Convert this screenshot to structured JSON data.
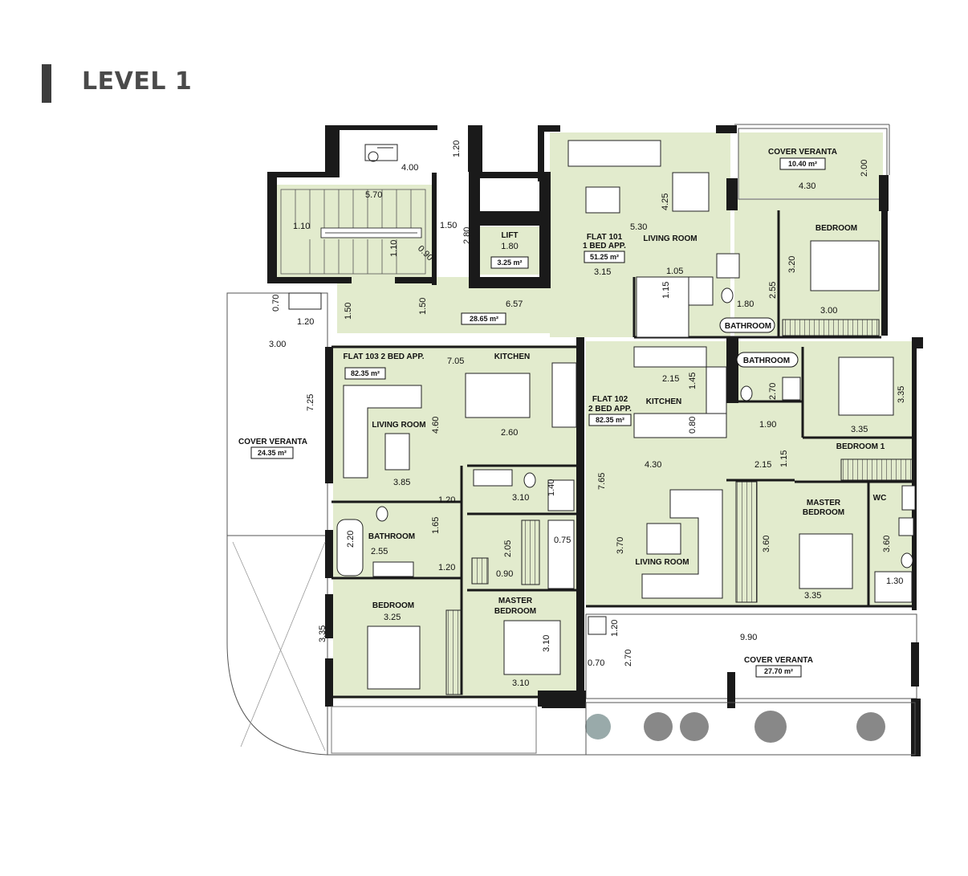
{
  "title": "LEVEL 1",
  "colors": {
    "floor": "#e2ebcd",
    "wall": "#1a1a1a",
    "line": "#555555",
    "title": "#4a4a4a"
  },
  "rooms": {
    "cover_veranta_top": {
      "label": "COVER VERANTA",
      "area": "10.40 m²"
    },
    "lift": {
      "label": "LIFT",
      "size": "1.80",
      "area": "3.25 m²"
    },
    "flat101": {
      "label": "FLAT 101",
      "type": "1 BED APP.",
      "area": "51.25 m²"
    },
    "living_room_101": "LIVING ROOM",
    "bedroom_101": "BEDROOM",
    "bathroom_101": "BATHROOM",
    "corridor": {
      "area": "28.65 m²"
    },
    "flat103": {
      "label": "FLAT 103 2 BED APP.",
      "area": "82.35 m²"
    },
    "kitchen_103": "KITCHEN",
    "living_room_103": "LIVING ROOM",
    "bathroom_103": "BATHROOM",
    "bedroom_103": "BEDROOM",
    "master_bedroom_103": {
      "line1": "MASTER",
      "line2": "BEDROOM"
    },
    "cover_veranta_left": {
      "label": "COVER VERANTA",
      "area": "24.35 m²"
    },
    "flat102": {
      "label": "FLAT 102",
      "type": "2 BED APP.",
      "area": "82.35 m²"
    },
    "kitchen_102": "KITCHEN",
    "bathroom_102": "BATHROOM",
    "bedroom1_102": "BEDROOM 1",
    "master_bedroom_102": {
      "line1": "MASTER",
      "line2": "BEDROOM"
    },
    "wc_102": "WC",
    "living_room_102": "LIVING ROOM",
    "cover_veranta_bottom": {
      "label": "COVER VERANTA",
      "area": "27.70 m²"
    }
  },
  "dimensions": {
    "d_4_00": "4.00",
    "d_1_20a": "1.20",
    "d_5_70": "5.70",
    "d_1_10a": "1.10",
    "d_1_50a": "1.50",
    "d_2_80": "2.80",
    "d_0_90a": "0.90",
    "d_1_10b": "1.10",
    "d_5_30": "5.30",
    "d_4_25": "4.25",
    "d_4_30a": "4.30",
    "d_2_00": "2.00",
    "d_3_20": "3.20",
    "d_3_00a": "3.00",
    "d_1_05": "1.05",
    "d_3_15": "3.15",
    "d_1_15a": "1.15",
    "d_2_55a": "2.55",
    "d_1_80": "1.80",
    "d_0_70a": "0.70",
    "d_1_20b": "1.20",
    "d_3_00b": "3.00",
    "d_1_50b": "1.50",
    "d_1_50c": "1.50",
    "d_6_57": "6.57",
    "d_7_05": "7.05",
    "d_7_25": "7.25",
    "d_4_60": "4.60",
    "d_2_60": "2.60",
    "d_3_85": "3.85",
    "d_1_20c": "1.20",
    "d_3_10a": "3.10",
    "d_1_40": "1.40",
    "d_2_20": "2.20",
    "d_2_55b": "2.55",
    "d_1_65": "1.65",
    "d_1_20d": "1.20",
    "d_2_05": "2.05",
    "d_0_75": "0.75",
    "d_0_90b": "0.90",
    "d_3_25": "3.25",
    "d_3_35a": "3.35",
    "d_3_10b": "3.10",
    "d_3_10c": "3.10",
    "d_2_15a": "2.15",
    "d_1_45": "1.45",
    "d_0_80": "0.80",
    "d_2_70a": "2.70",
    "d_1_90": "1.90",
    "d_3_35b": "3.35",
    "d_3_35c": "3.35",
    "d_4_30b": "4.30",
    "d_2_15b": "2.15",
    "d_1_15b": "1.15",
    "d_7_65": "7.65",
    "d_3_70": "3.70",
    "d_3_60a": "3.60",
    "d_3_60b": "3.60",
    "d_1_30": "1.30",
    "d_3_35d": "3.35",
    "d_9_90": "9.90",
    "d_1_20e": "1.20",
    "d_0_70b": "0.70",
    "d_2_70b": "2.70"
  },
  "icons": [
    "wheelchair-icon",
    "stairs-icon",
    "plant-icon",
    "bed-icon",
    "sofa-icon",
    "dining-table-icon",
    "toilet-icon",
    "bathtub-icon",
    "shower-icon",
    "sink-icon",
    "wardrobe-icon",
    "washer-icon",
    "fridge-icon",
    "cooktop-icon"
  ]
}
